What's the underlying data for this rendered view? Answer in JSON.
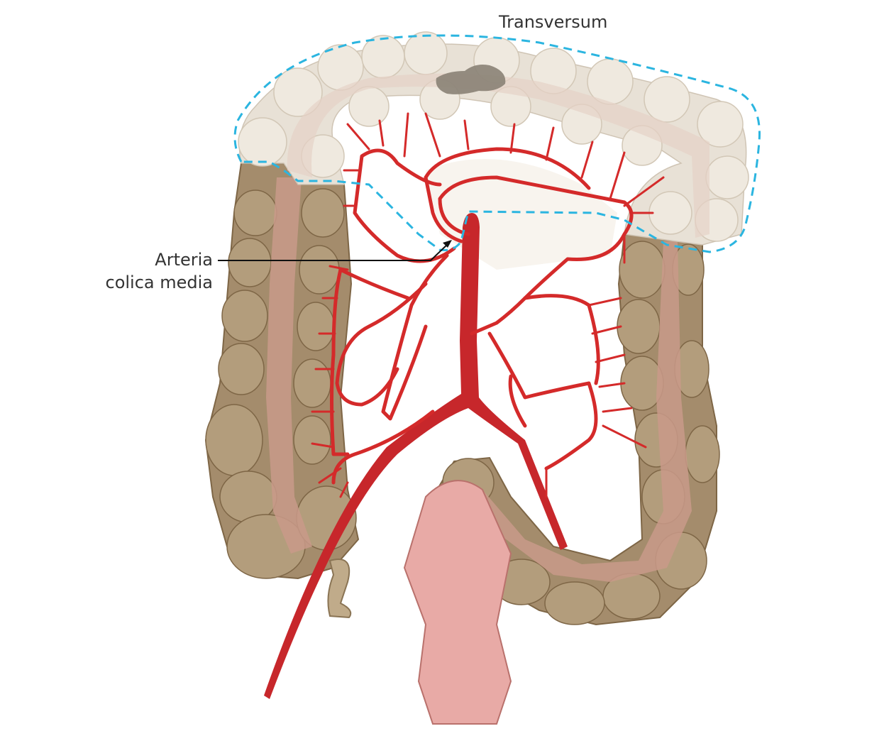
{
  "labels": {
    "transversum": "Transversum",
    "arteria_line1": "Arteria",
    "arteria_line2": "colica media"
  },
  "colors": {
    "artery": "#d42a2a",
    "colon": "#a48c6c",
    "transverse_highlight": "#e8e1d6",
    "dashed_outline": "#2bb5e0",
    "rectum": "#e8aaa6",
    "tumor": "#8a8276"
  }
}
